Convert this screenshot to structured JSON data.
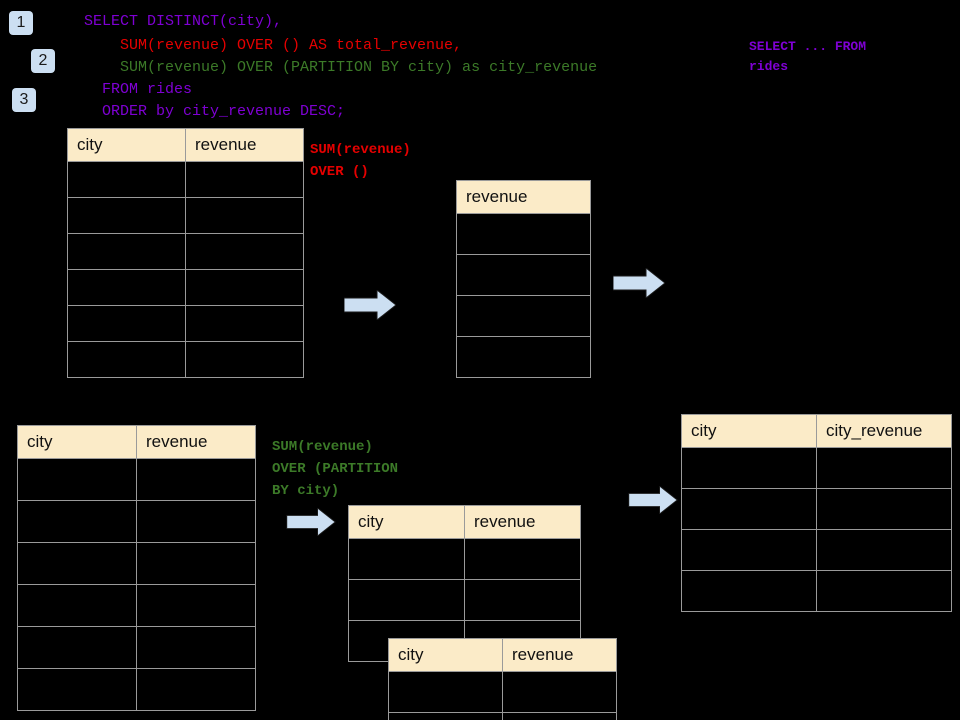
{
  "theme": {
    "background": "#000000",
    "header_fill": "#fbebc8",
    "grid_line": "#9a9a9a",
    "badge_fill": "#ccdff2",
    "arrow_fill": "#ccdff2",
    "sql_keyword_color": "#7f00d4",
    "sql_total_revenue_color": "#e60000",
    "sql_city_revenue_color": "#3c7a28"
  },
  "badges": [
    {
      "label": "1"
    },
    {
      "label": "2"
    },
    {
      "label": "3"
    }
  ],
  "sql": {
    "line1": "SELECT DISTINCT(city),",
    "line2": "    SUM(revenue) OVER () AS total_revenue,",
    "line3": "    SUM(revenue) OVER (PARTITION BY city) as city_revenue",
    "line4": "  FROM rides",
    "line5": "  ORDER by city_revenue DESC;"
  },
  "side_note": {
    "line1": "SELECT ... FROM",
    "line2": "rides"
  },
  "annotations": {
    "total_revenue": "SUM(revenue)\nOVER ()",
    "city_revenue": "SUM(revenue)\nOVER (PARTITION\nBY city)"
  },
  "tables": {
    "rides_top": {
      "name": "rides-source-table",
      "columns": [
        "city",
        "revenue"
      ],
      "rows": [
        [
          "",
          ""
        ],
        [
          "",
          ""
        ],
        [
          "",
          ""
        ],
        [
          "",
          ""
        ],
        [
          "",
          ""
        ],
        [
          "",
          ""
        ]
      ]
    },
    "revenue_only": {
      "name": "total-revenue-table",
      "columns": [
        "revenue"
      ],
      "rows": [
        [
          ""
        ],
        [
          ""
        ],
        [
          ""
        ],
        [
          ""
        ]
      ]
    },
    "rides_bottom": {
      "name": "rides-source-table-partitioned",
      "columns": [
        "city",
        "revenue"
      ],
      "rows": [
        [
          "",
          ""
        ],
        [
          "",
          ""
        ],
        [
          "",
          ""
        ],
        [
          "",
          ""
        ],
        [
          "",
          ""
        ],
        [
          "",
          ""
        ]
      ]
    },
    "partition_back": {
      "name": "partition-group-table-back",
      "columns": [
        "city",
        "revenue"
      ],
      "rows": [
        [
          "",
          ""
        ],
        [
          "",
          ""
        ],
        [
          "",
          ""
        ]
      ]
    },
    "partition_front": {
      "name": "partition-group-table-front",
      "columns": [
        "city",
        "revenue"
      ],
      "rows": [
        [
          "",
          ""
        ],
        [
          "",
          ""
        ]
      ]
    },
    "result": {
      "name": "final-result-table",
      "columns": [
        "city",
        "city_revenue"
      ],
      "rows": [
        [
          "",
          ""
        ],
        [
          "",
          ""
        ],
        [
          "",
          ""
        ],
        [
          "",
          ""
        ]
      ]
    }
  }
}
